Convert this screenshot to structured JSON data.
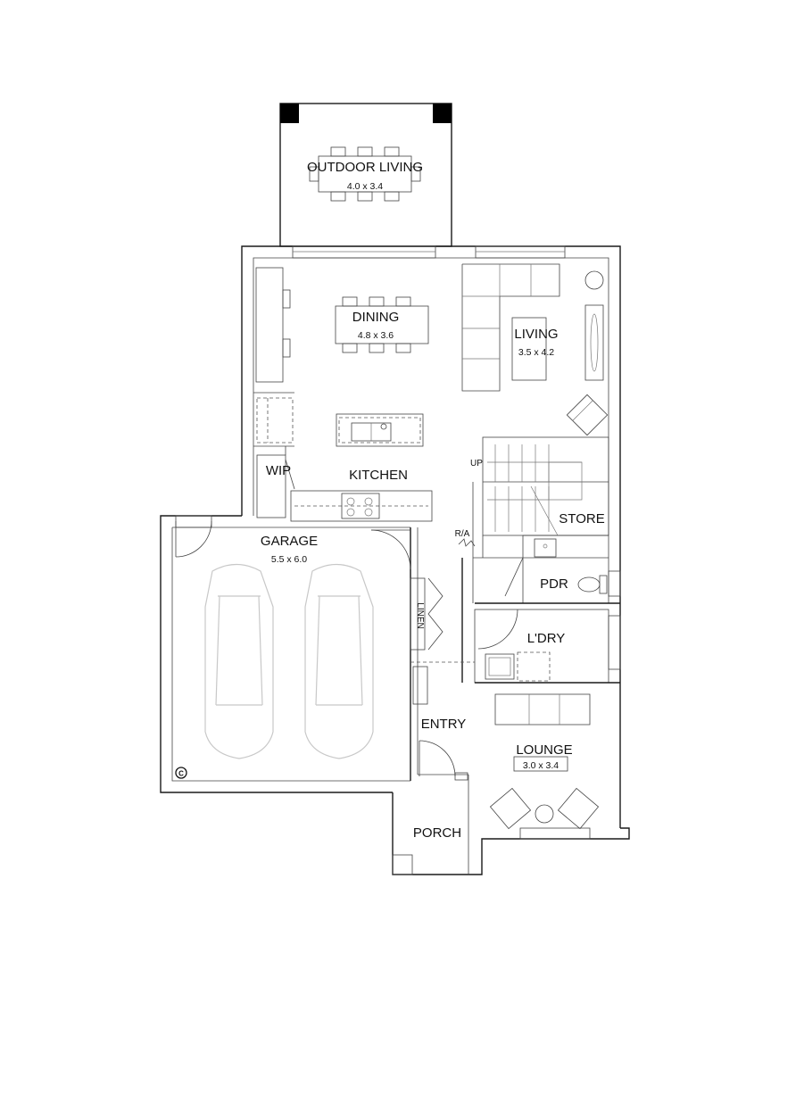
{
  "rooms": {
    "outdoor_living": {
      "name": "OUTDOOR LIVING",
      "dims": "4.0 x 3.4"
    },
    "dining": {
      "name": "DINING",
      "dims": "4.8 x 3.6"
    },
    "living": {
      "name": "LIVING",
      "dims": "3.5 x 4.2"
    },
    "kitchen": {
      "name": "KITCHEN"
    },
    "wip": {
      "name": "WIP"
    },
    "store": {
      "name": "STORE"
    },
    "garage": {
      "name": "GARAGE",
      "dims": "5.5 x 6.0"
    },
    "pdr": {
      "name": "PDR"
    },
    "linen": {
      "name": "LINEN"
    },
    "ldry": {
      "name": "L'DRY"
    },
    "entry": {
      "name": "ENTRY"
    },
    "lounge": {
      "name": "LOUNGE",
      "dims": "3.0 x 3.4"
    },
    "porch": {
      "name": "PORCH"
    }
  },
  "labels": {
    "stair_up": "UP",
    "return_air": "R/A",
    "copyright": "C"
  },
  "colors": {
    "wall": "#1a1a1a",
    "furniture": "#444444",
    "vehicle": "#c8c8c8",
    "post": "#000000"
  }
}
